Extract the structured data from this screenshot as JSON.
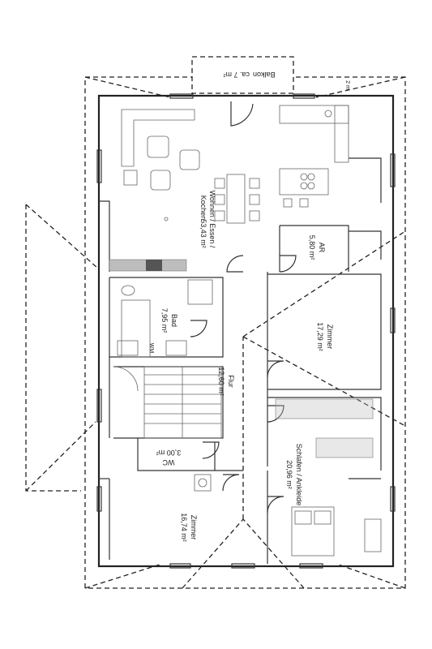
{
  "rooms": {
    "balkon": {
      "name": "Balkon",
      "area": "ca. 7 m²"
    },
    "wohnen": {
      "name_line1": "Wohnen / Essen /",
      "name_line2": "Kochen",
      "area": "53,43 m²"
    },
    "ar": {
      "name": "AR",
      "area": "5,80 m²"
    },
    "bad": {
      "name": "Bad",
      "area": "7,95 m²"
    },
    "zimmer1": {
      "name": "Zimmer",
      "area": "17,29 m²"
    },
    "flur": {
      "name": "Flur",
      "area": "12,60 m²"
    },
    "wc": {
      "name": "WC",
      "area": "3,00 m²"
    },
    "schlafen": {
      "name": "Schlafen / Ankleide",
      "area": "20,96 m²"
    },
    "zimmer2": {
      "name": "Zimmer",
      "area": "16,74 m²"
    }
  },
  "labels": {
    "wm": "WM",
    "dim": "2 m"
  }
}
